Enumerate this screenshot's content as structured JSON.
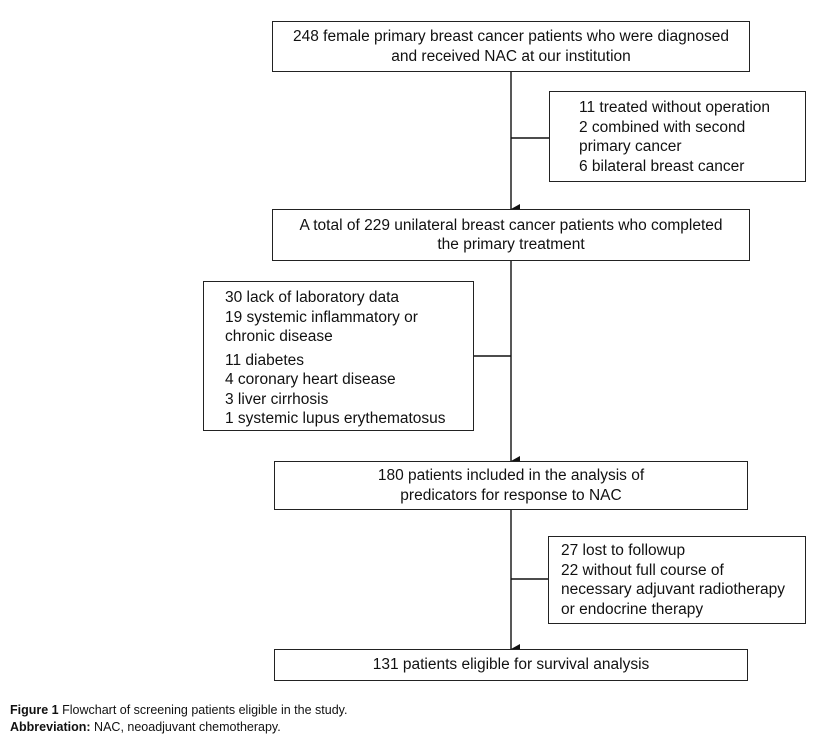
{
  "flowchart": {
    "box_initial": [
      "248 female primary breast cancer patients who were diagnosed",
      "and received NAC at our institution"
    ],
    "exclude_1": [
      "11 treated without operation",
      "2 combined with second",
      "primary cancer",
      "6 bilateral breast cancer"
    ],
    "box_unilateral": [
      "A total of 229 unilateral breast cancer patients who completed",
      "the primary treatment"
    ],
    "exclude_2": [
      "30 lack of laboratory data",
      "19 systemic inflammatory or",
      "chronic disease",
      "11 diabetes",
      "4 coronary heart disease",
      "3 liver cirrhosis",
      "1 systemic lupus erythematosus"
    ],
    "box_analysis": [
      "180 patients included in the analysis of",
      "predicators for response to NAC"
    ],
    "exclude_3": [
      "27 lost to followup",
      "22 without full course of",
      "necessary adjuvant radiotherapy",
      "or endocrine therapy"
    ],
    "box_survival": [
      "131 patients eligible for survival analysis"
    ]
  },
  "caption": {
    "figure_label": "Figure 1",
    "figure_text": "Flowchart of screening patients eligible in the study.",
    "abbrev_label": "Abbreviation:",
    "abbrev_text": "NAC, neoadjuvant chemotherapy."
  }
}
